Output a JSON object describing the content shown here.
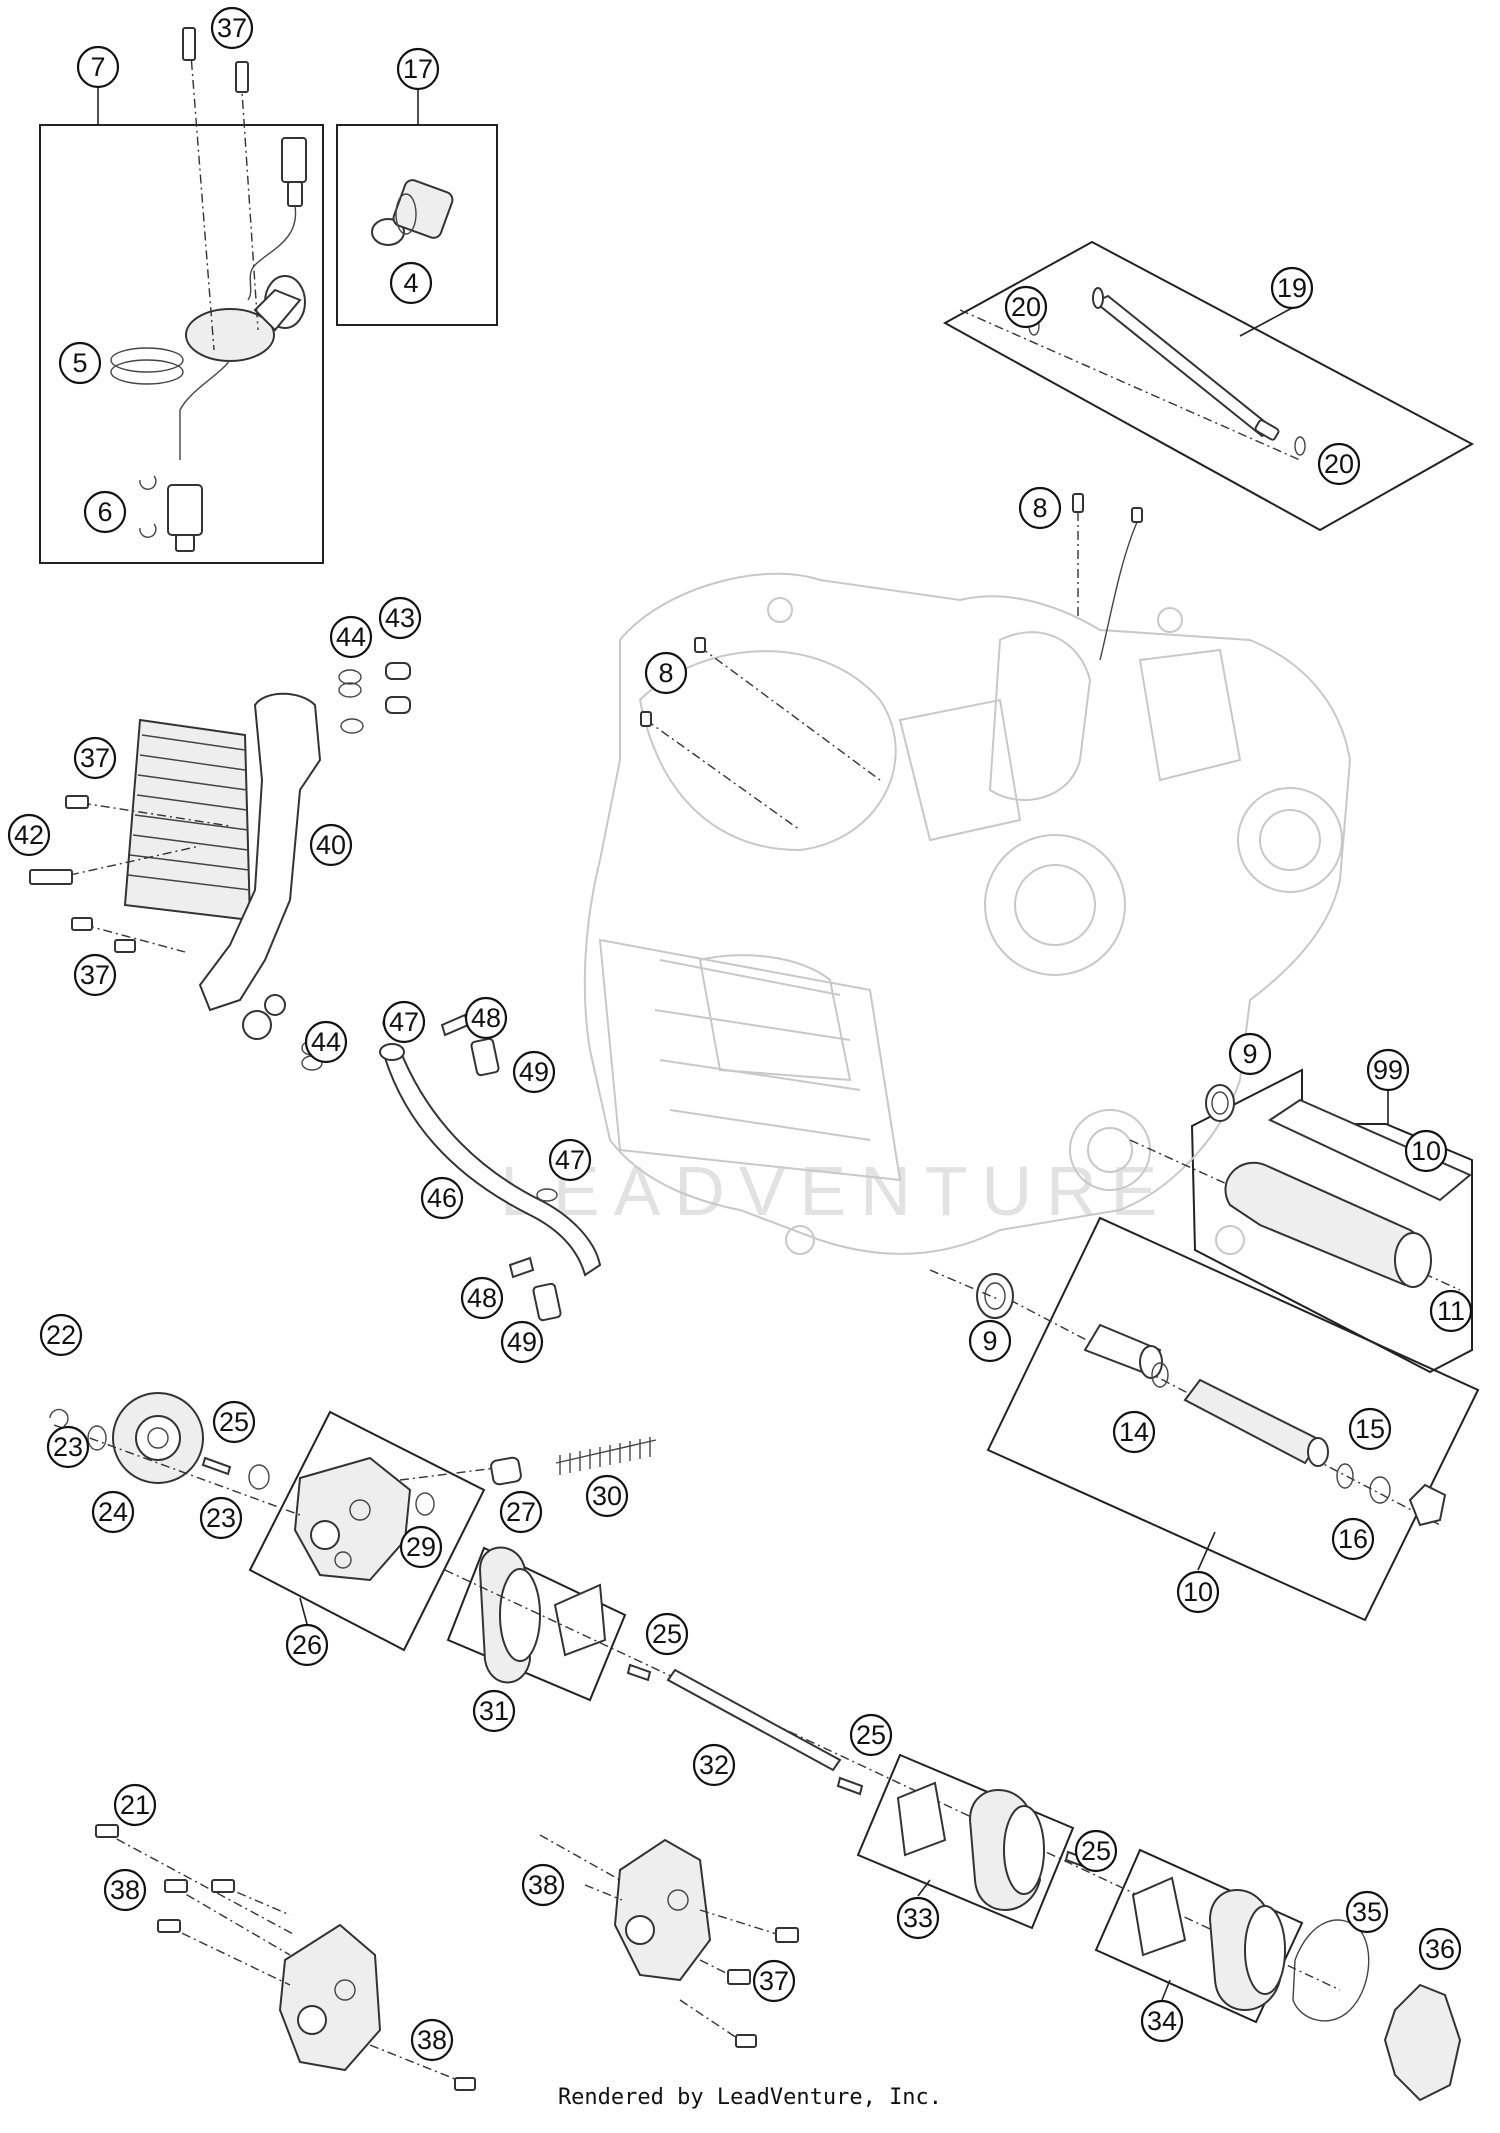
{
  "footer": "Rendered by LeadVenture, Inc.",
  "watermark": "LEADVENTURE",
  "callouts": [
    "4",
    "5",
    "6",
    "7",
    "8",
    "8",
    "9",
    "9",
    "10",
    "10",
    "11",
    "14",
    "15",
    "16",
    "17",
    "19",
    "20",
    "20",
    "21",
    "22",
    "23",
    "23",
    "24",
    "25",
    "25",
    "25",
    "25",
    "26",
    "27",
    "29",
    "30",
    "31",
    "32",
    "33",
    "34",
    "35",
    "36",
    "37",
    "37",
    "37",
    "37",
    "38",
    "38",
    "40",
    "42",
    "43",
    "44",
    "44",
    "46",
    "47",
    "47",
    "48",
    "48",
    "49",
    "49",
    "99"
  ]
}
